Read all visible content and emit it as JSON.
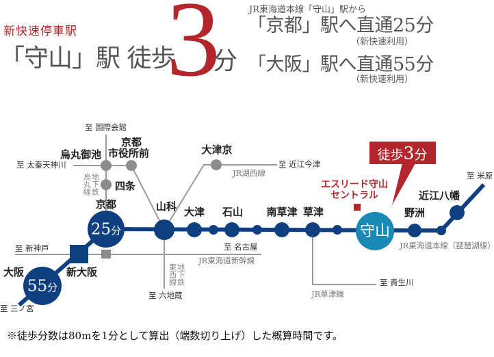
{
  "header": {
    "tagline": "新快速停車駅",
    "station_walk": "「守山」駅 徒歩",
    "walk_minutes": "3",
    "minutes_unit": "分"
  },
  "access": {
    "intro": "JR東海道本線「守山」駅から",
    "routes": [
      {
        "text": "「京都」駅へ直通25分",
        "note": "（新快速利用）"
      },
      {
        "text": "「大阪」駅へ直通55分",
        "note": "（新快速利用）"
      }
    ]
  },
  "map": {
    "callout": {
      "prefix": "徒歩",
      "number": "3",
      "unit": "分"
    },
    "property": {
      "line1": "エスリード守山",
      "line2": "セントラル"
    },
    "stations": {
      "karasuma_oike": "烏丸御池",
      "shiyakushomae_line1": "京都",
      "shiyakushomae_line2": "市役所前",
      "shijo": "四条",
      "kyoto": "京都",
      "kyoto_time_num": "25",
      "kyoto_time_unit": "分",
      "yamashina": "山科",
      "otsukyo": "大津京",
      "otsu": "大津",
      "ishiyama": "石山",
      "minami_kusatsu": "南草津",
      "kusatsu": "草津",
      "moriyama": "守山",
      "yasu": "野洲",
      "omi_hachiman": "近江八幡",
      "shin_osaka": "新大阪",
      "osaka": "大阪",
      "osaka_time_num": "55",
      "osaka_time_unit": "分"
    },
    "directions": {
      "kokusai_kaikan": "至 国際会館",
      "uzumasa_tenjingawa": "至 太秦天神川",
      "omi_imazu": "至 近江今津",
      "shin_kobe": "至 新神戸",
      "nagoya": "至 名古屋",
      "rokujizo": "至 六地蔵",
      "sannomiya": "至 三ノ宮",
      "kibukawa": "至 貴生川",
      "maibara": "至 米原"
    },
    "lines": {
      "karasuma": [
        "地下鉄",
        "烏丸線"
      ],
      "tozai": [
        "地下鉄",
        "東西線"
      ],
      "kosei": "JR湖西線",
      "shinkansen": "JR東海道新幹線",
      "kusatsu": "JR草津線",
      "biwako": "JR東海道本線（琵琶湖線）"
    }
  },
  "footnote": "※徒歩分数は80mを1分として算出（端数切り上げ）した概算時間です。",
  "colors": {
    "navy": "#0f3f80",
    "moriyama": "#1a89b6",
    "accent_red": "#b3262b",
    "sub_line_gray": "#9a9a9a"
  }
}
